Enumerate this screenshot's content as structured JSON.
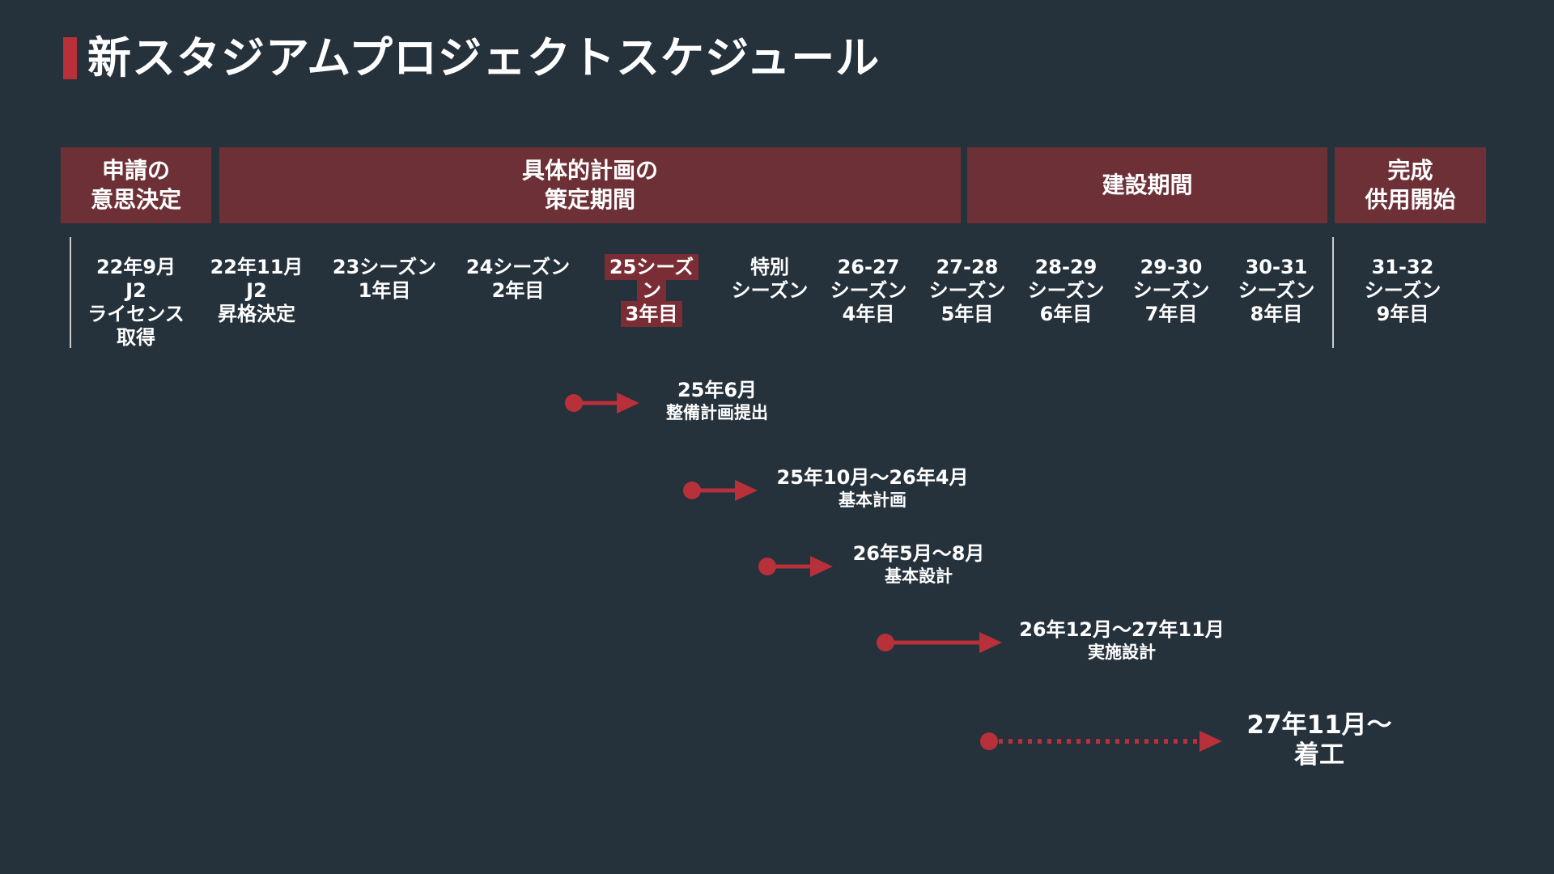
{
  "title": "新スタジアムプロジェクトスケジュール",
  "colors": {
    "background": "#25313b",
    "phase_fill": "#6e3037",
    "accent": "#b8303a",
    "highlight": "#7b2d36",
    "divider": "#c8ccd0"
  },
  "phases": [
    {
      "label": "申請の\n意思決定"
    },
    {
      "label": "具体的計画の\n策定期間"
    },
    {
      "label": "建設期間"
    },
    {
      "label": "完成\n供用開始"
    }
  ],
  "timeline": [
    {
      "label": "22年9月\nJ2\nライセンス\n取得"
    },
    {
      "label": "22年11月\nJ2\n昇格決定"
    },
    {
      "label": "23シーズン\n1年目"
    },
    {
      "label": "24シーズン\n2年目"
    },
    {
      "label": "25シーズン\n3年目",
      "highlighted": true
    },
    {
      "label": "特別\nシーズン"
    },
    {
      "label": "26-27\nシーズン\n4年目"
    },
    {
      "label": "27-28\nシーズン\n5年目"
    },
    {
      "label": "28-29\nシーズン\n6年目"
    },
    {
      "label": "29-30\nシーズン\n7年目"
    },
    {
      "label": "30-31\nシーズン\n8年目"
    },
    {
      "label": "31-32\nシーズン\n9年目"
    }
  ],
  "events": [
    {
      "date": "25年6月",
      "text": "整備計画提出",
      "line": "solid"
    },
    {
      "date": "25年10月〜26年4月",
      "text": "基本計画",
      "line": "solid"
    },
    {
      "date": "26年5月〜8月",
      "text": "基本設計",
      "line": "solid"
    },
    {
      "date": "26年12月〜27年11月",
      "text": "実施設計",
      "line": "solid"
    },
    {
      "date": "27年11月〜",
      "text": "着工",
      "line": "dotted"
    }
  ]
}
